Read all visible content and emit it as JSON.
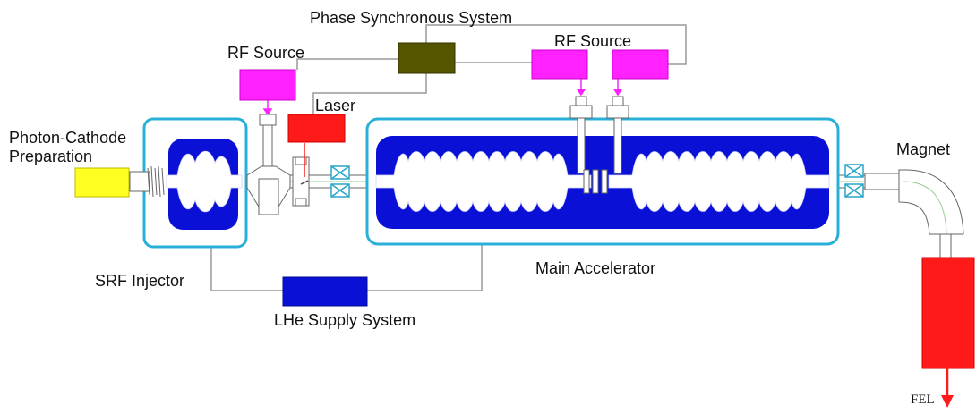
{
  "labels": {
    "phase_sync": "Phase Synchronous System",
    "rf_source_left": "RF Source",
    "rf_source_right": "RF Source",
    "laser": "Laser",
    "photocathode_line1": "Photon-Cathode",
    "photocathode_line2": "Preparation",
    "magnet": "Magnet",
    "srf_injector": "SRF Injector",
    "main_accelerator": "Main Accelerator",
    "lhe_supply": "LHe Supply System",
    "fel": "FEL"
  },
  "colors": {
    "cryostat_outline": "#2ab0d8",
    "cavity_fill": "#0a10d6",
    "rf_source": "#ff22ff",
    "phase_sync_box": "#555500",
    "laser_box": "#ff1a1a",
    "photocathode_box": "#ffff22",
    "lhe_box": "#0a10d6",
    "fel_block": "#ff1a1a",
    "fel_arrow": "#ff1a1a",
    "coupler_cross": "#2aa6c8",
    "wire": "#9a9a9a"
  }
}
